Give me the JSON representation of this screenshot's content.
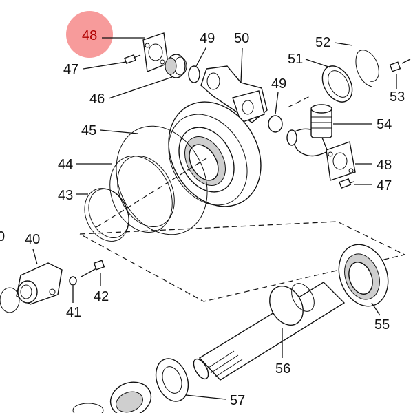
{
  "highlight": {
    "label": "48",
    "color": "#f47a7a"
  },
  "callouts": {
    "c40": "40",
    "c41": "41",
    "c42": "42",
    "c43": "43",
    "c44": "44",
    "c45": "45",
    "c46": "46",
    "c47a": "47",
    "c47b": "47",
    "c48b": "48",
    "c49a": "49",
    "c49b": "49",
    "c50": "50",
    "c51": "51",
    "c52": "52",
    "c53": "53",
    "c54": "54",
    "c55": "55",
    "c56": "56",
    "c57": "57",
    "c0": "0"
  }
}
